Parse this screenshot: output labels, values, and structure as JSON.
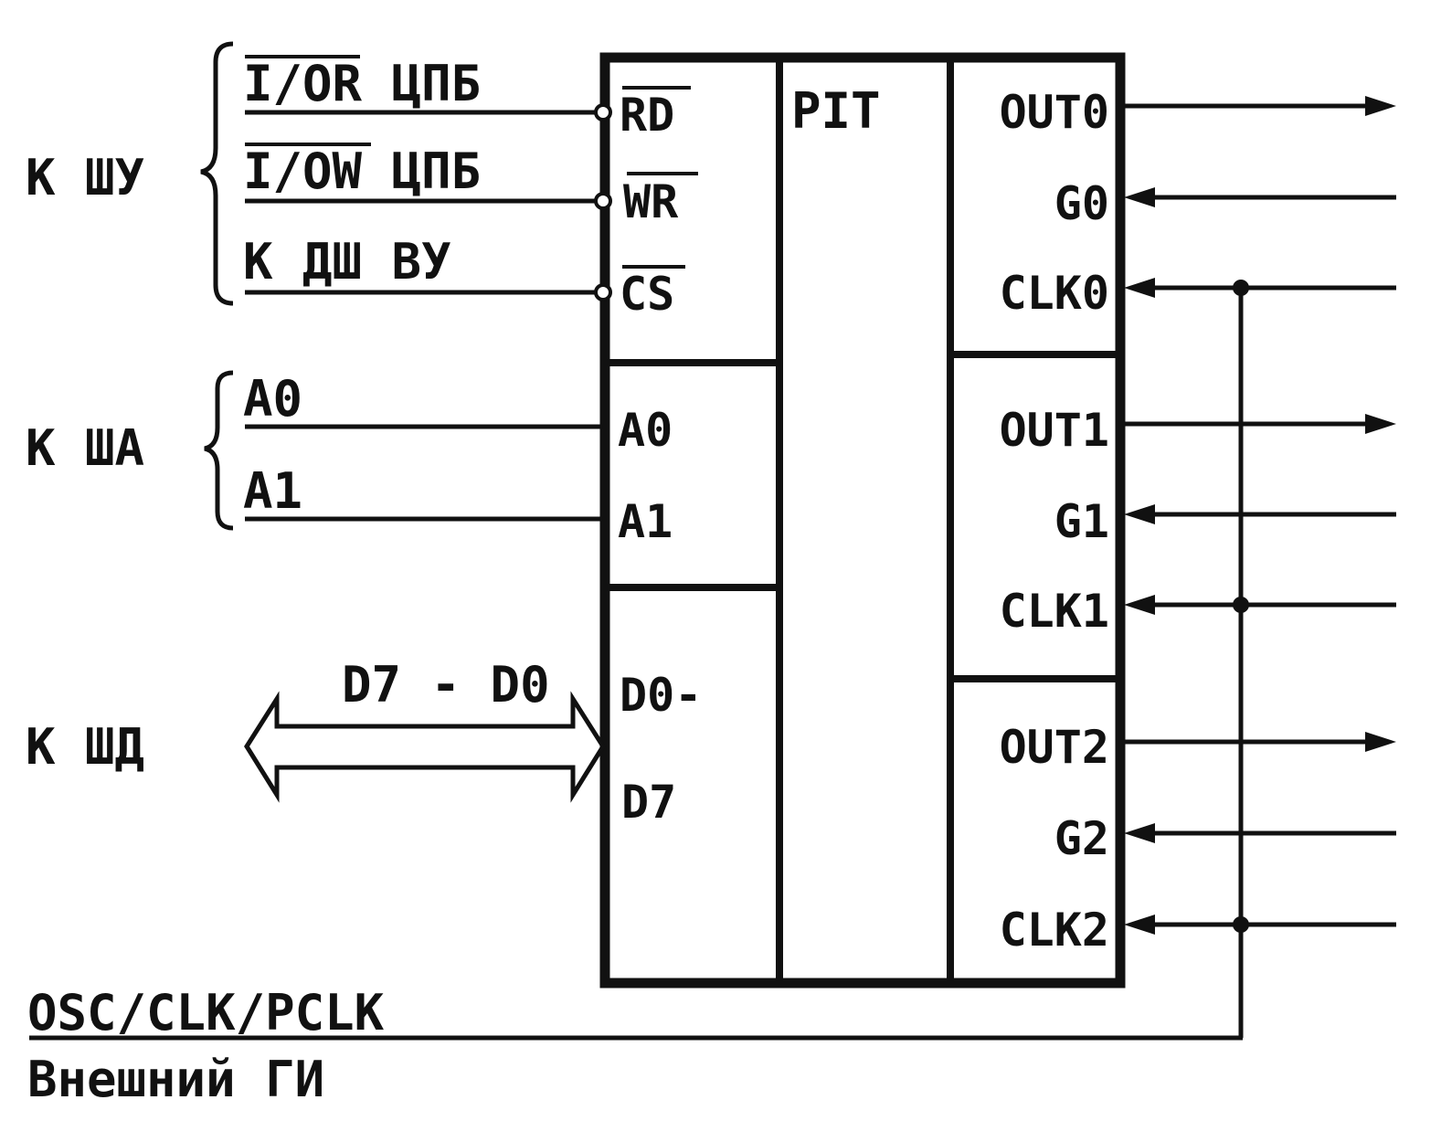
{
  "groups": {
    "shu": "К ШУ",
    "sha": "К ША",
    "shd": "К ШД"
  },
  "bus_signals": {
    "ior": "I/OR ЦПБ",
    "iow": "I/OW ЦПБ",
    "dsh": "К ДШ ВУ",
    "a0": "A0",
    "a1": "A1",
    "data": "D7 - D0"
  },
  "chip": {
    "title": "PIT",
    "left_pins": {
      "rd": "RD",
      "wr": "WR",
      "cs": "CS",
      "a0": "A0",
      "a1": "A1",
      "d_top": "D0-",
      "d_bottom": "D7"
    },
    "counters": [
      {
        "out": "OUT0",
        "gate": "G0",
        "clk": "CLK0"
      },
      {
        "out": "OUT1",
        "gate": "G1",
        "clk": "CLK1"
      },
      {
        "out": "OUT2",
        "gate": "G2",
        "clk": "CLK2"
      }
    ]
  },
  "clock_source": {
    "line1": "OSC/CLK/PCLK",
    "line2": "Внешний ГИ"
  },
  "colors": {
    "ink": "#111111",
    "paper": "#ffffff"
  }
}
